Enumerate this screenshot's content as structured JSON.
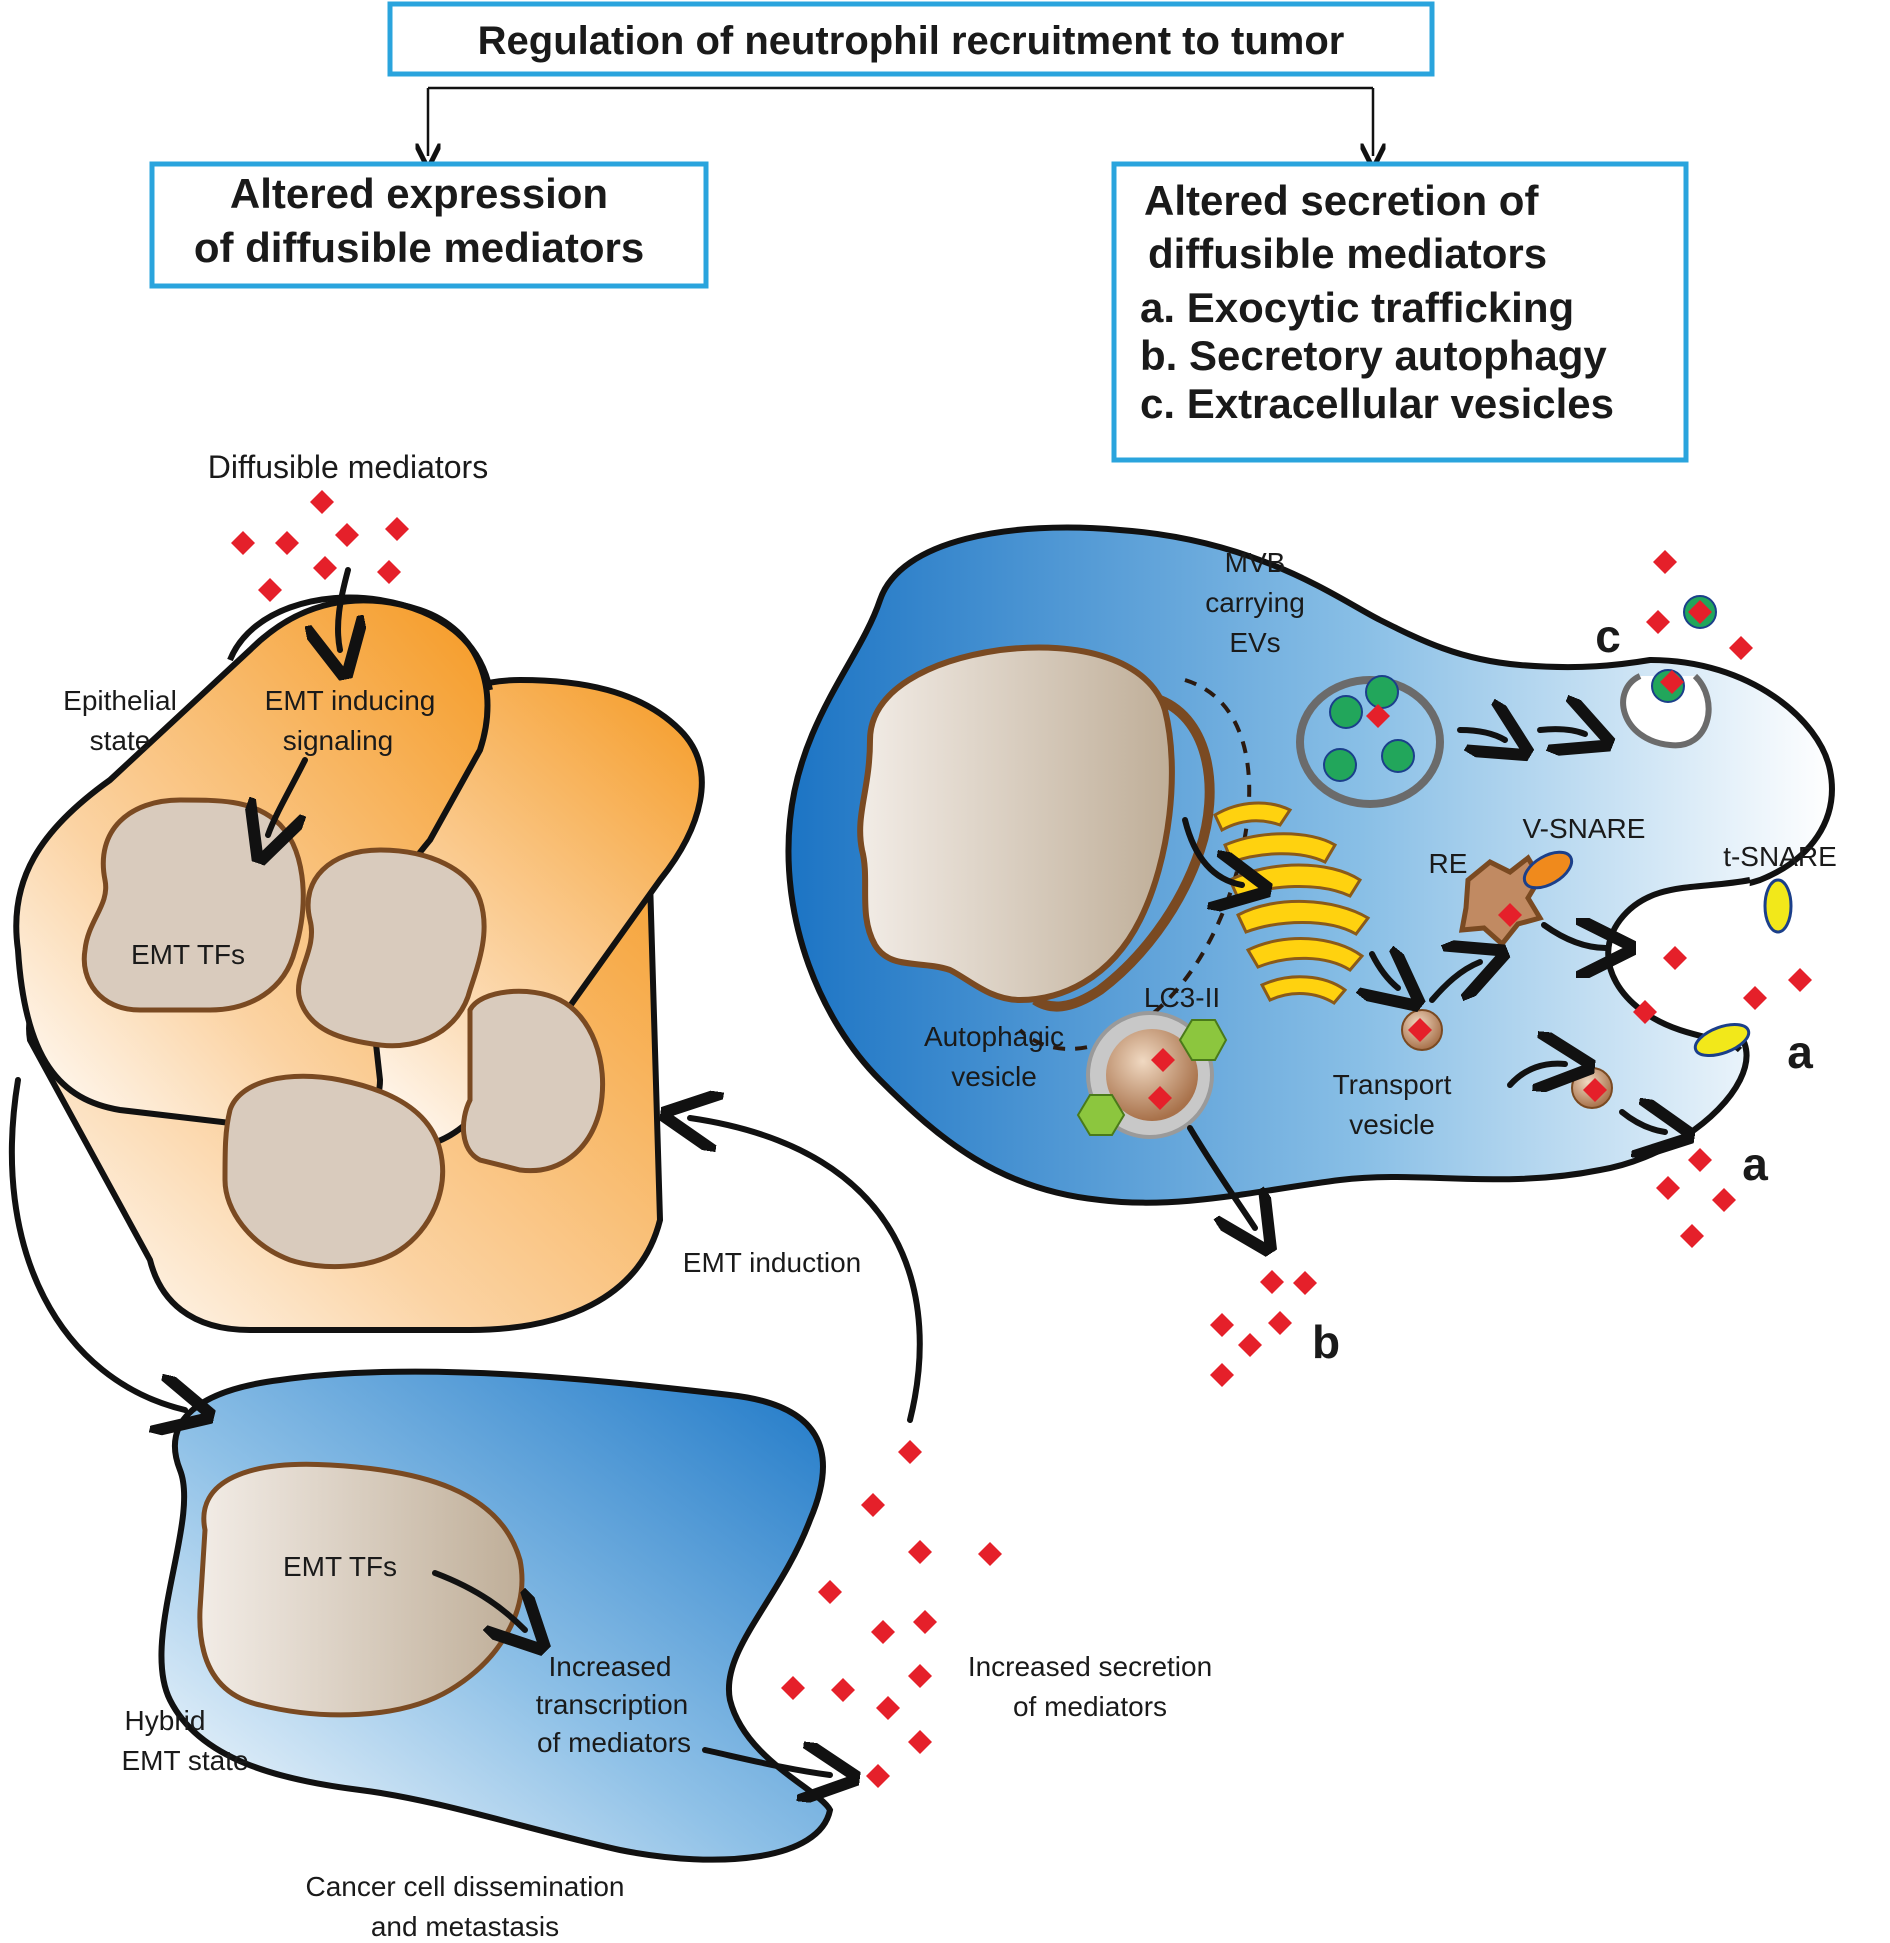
{
  "title": "Regulation of neutrophil recruitment to tumor",
  "left_box": {
    "line1": "Altered expression",
    "line2": "of diffusible mediators"
  },
  "right_box": {
    "line1": "Altered secretion of",
    "line2": "diffusible mediators",
    "items": [
      "a. Exocytic trafficking",
      "b. Secretory autophagy",
      "c. Extracellular vesicles"
    ]
  },
  "left_panel": {
    "diffusible_mediators": "Diffusible mediators",
    "epithelial_state": [
      "Epithelial",
      "state"
    ],
    "emt_signaling": [
      "EMT inducing",
      "signaling"
    ],
    "emt_tfs_top": "EMT TFs",
    "emt_induction": "EMT induction",
    "emt_tfs_bottom": "EMT TFs",
    "increased_transcription": [
      "Increased",
      "transcription",
      "of mediators"
    ],
    "hybrid_state": [
      "Hybrid",
      "EMT state"
    ],
    "increased_secretion": [
      "Increased secretion",
      "of mediators"
    ],
    "dissemination": [
      "Cancer cell dissemination",
      "and metastasis"
    ]
  },
  "right_panel": {
    "mvb": [
      "MVB",
      "carrying",
      "EVs"
    ],
    "v_snare": "V-SNARE",
    "t_snare": "t-SNARE",
    "re": "RE",
    "lc3": "LC3-II",
    "autophagic_vesicle": [
      "Autophagic",
      "vesicle"
    ],
    "transport_vesicle": [
      "Transport",
      "vesicle"
    ],
    "letter_a": "a",
    "letter_b": "b",
    "letter_c": "c"
  },
  "colors": {
    "box_border": "#2aa4dd",
    "mediator": "#e5202a",
    "epithelial_fill": "#f5a033",
    "mesenchymal_fill": "#1f7cc7",
    "nucleus_fill": "#d9cbbd",
    "nucleus_border": "#7a4a22",
    "golgi": "#ffd20f",
    "ev_green": "#22a65b",
    "lc3_green": "#8cc63e",
    "vsnare_orange": "#f08a1c"
  }
}
